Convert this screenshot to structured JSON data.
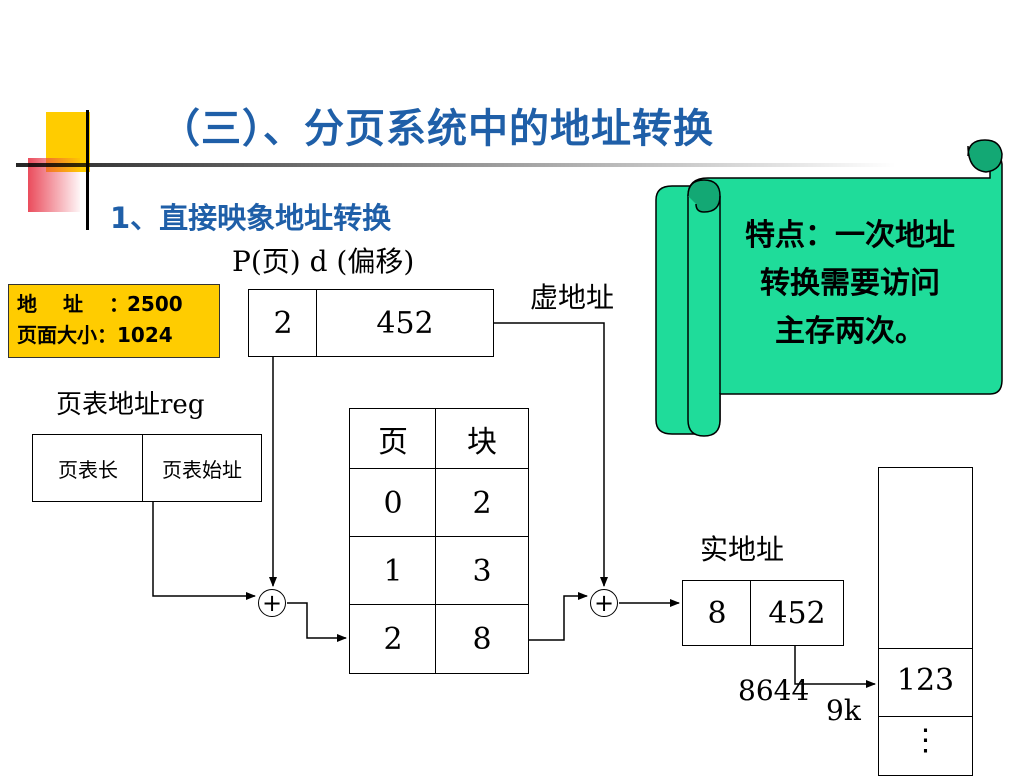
{
  "slide": {
    "title": "（三）、分页系统中的地址转换",
    "subtitle": "1、直接映象地址转换"
  },
  "info_box": {
    "address_label": "地址：",
    "address_value": "2500",
    "page_size_label": "页面大小：",
    "page_size_value": "1024"
  },
  "virtual_address": {
    "header": "P(页) d (偏移)",
    "label": "虚地址",
    "page": "2",
    "offset": "452"
  },
  "page_table_reg": {
    "label": "页表地址reg",
    "length": "页表长",
    "start": "页表始址"
  },
  "page_table": {
    "headers": [
      "页",
      "块"
    ],
    "rows": [
      [
        "0",
        "2"
      ],
      [
        "1",
        "3"
      ],
      [
        "2",
        "8"
      ]
    ]
  },
  "adders": {
    "symbol": "+"
  },
  "real_address": {
    "label": "实地址",
    "block": "8",
    "offset": "452"
  },
  "memory": {
    "computed": "8644",
    "base": "9k",
    "value": "123",
    "continuation": "⋮"
  },
  "note": {
    "lines": [
      "特点：一次地址",
      "转换需要访问",
      "主存两次。"
    ]
  },
  "colors": {
    "title": "#1f5fa8",
    "info_bg": "#ffcc00",
    "scroll_fill": "#1fdc9a",
    "scroll_dark": "#13a874",
    "deco_yellow": "#ffcc00",
    "deco_red": "#e8384a"
  }
}
